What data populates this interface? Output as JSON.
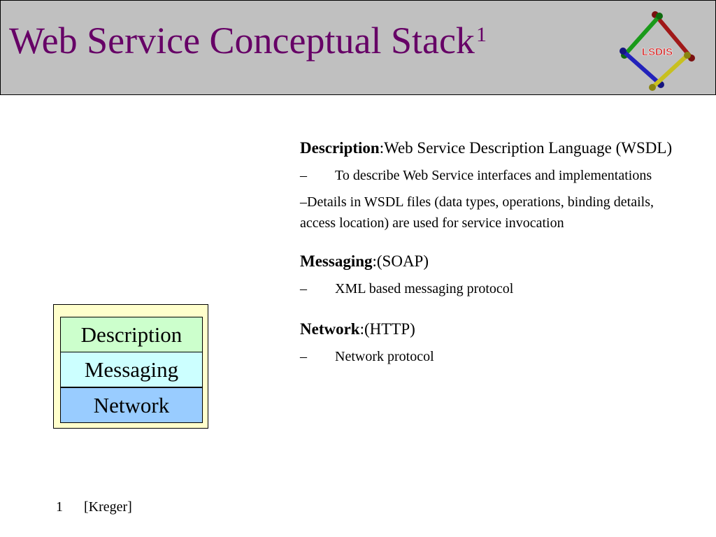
{
  "slide": {
    "title": "Web Service Conceptual Stack",
    "title_superscript": "1",
    "title_color": "#660066",
    "logo_text": "LSDIS"
  },
  "stack": {
    "layers": [
      {
        "label": "Description",
        "color": "#ccffcc"
      },
      {
        "label": "Messaging",
        "color": "#ccffff"
      },
      {
        "label": "Network",
        "color": "#99ccff"
      }
    ],
    "frame_color": "#ffffcc"
  },
  "sections": [
    {
      "heading": "Description",
      "heading_rest": ":Web Service Description Language (WSDL)",
      "bullets": [
        {
          "dash": "–",
          "text": "To describe Web Service interfaces and implementations"
        },
        {
          "dash": "–",
          "text": "Details in WSDL files (data types, operations, binding details, access location) are used for service invocation"
        }
      ]
    },
    {
      "heading": "Messaging",
      "heading_rest": ":(SOAP)",
      "bullets": [
        {
          "dash": "–",
          "text": "XML based messaging protocol"
        }
      ]
    },
    {
      "heading": "Network",
      "heading_rest": ":(HTTP)",
      "bullets": [
        {
          "dash": "–",
          "text": "Network protocol"
        }
      ]
    }
  ],
  "footer": {
    "number": "1",
    "citation": "[Kreger]"
  }
}
